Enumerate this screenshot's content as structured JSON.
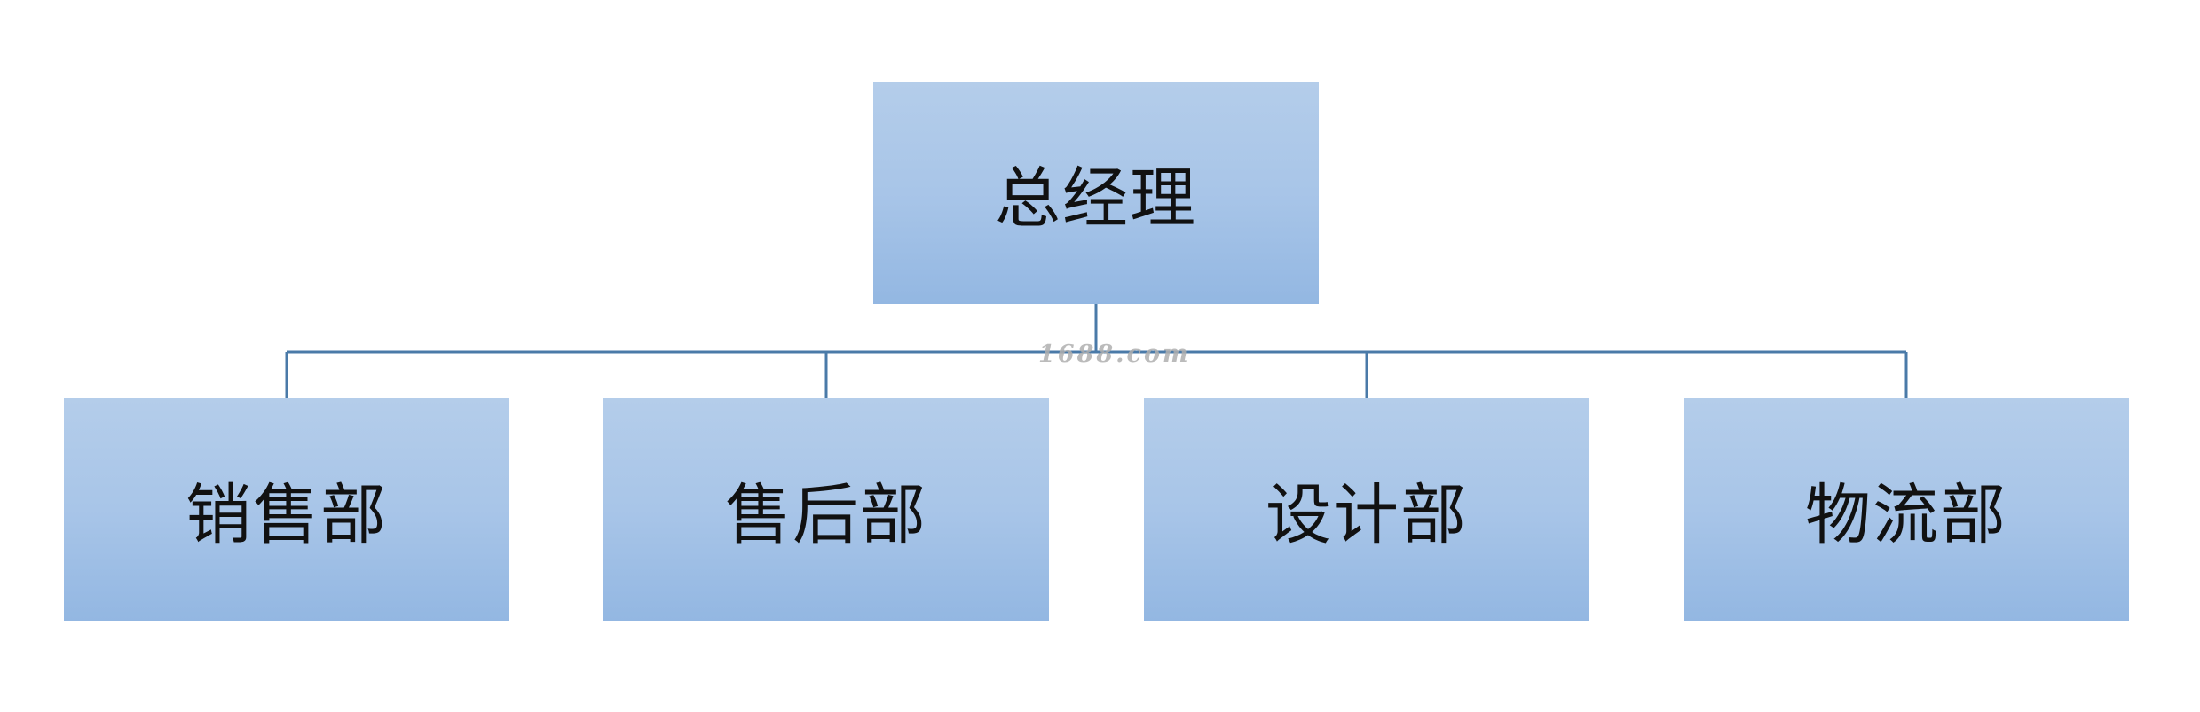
{
  "org_chart": {
    "root": {
      "label": "总经理"
    },
    "children": [
      {
        "label": "销售部"
      },
      {
        "label": "售后部"
      },
      {
        "label": "设计部"
      },
      {
        "label": "物流部"
      }
    ]
  },
  "watermark": "1688.com",
  "colors": {
    "box_top": "#b4cdea",
    "box_bottom": "#93b7e2",
    "connector": "#4a7aa8",
    "text": "#111111"
  }
}
